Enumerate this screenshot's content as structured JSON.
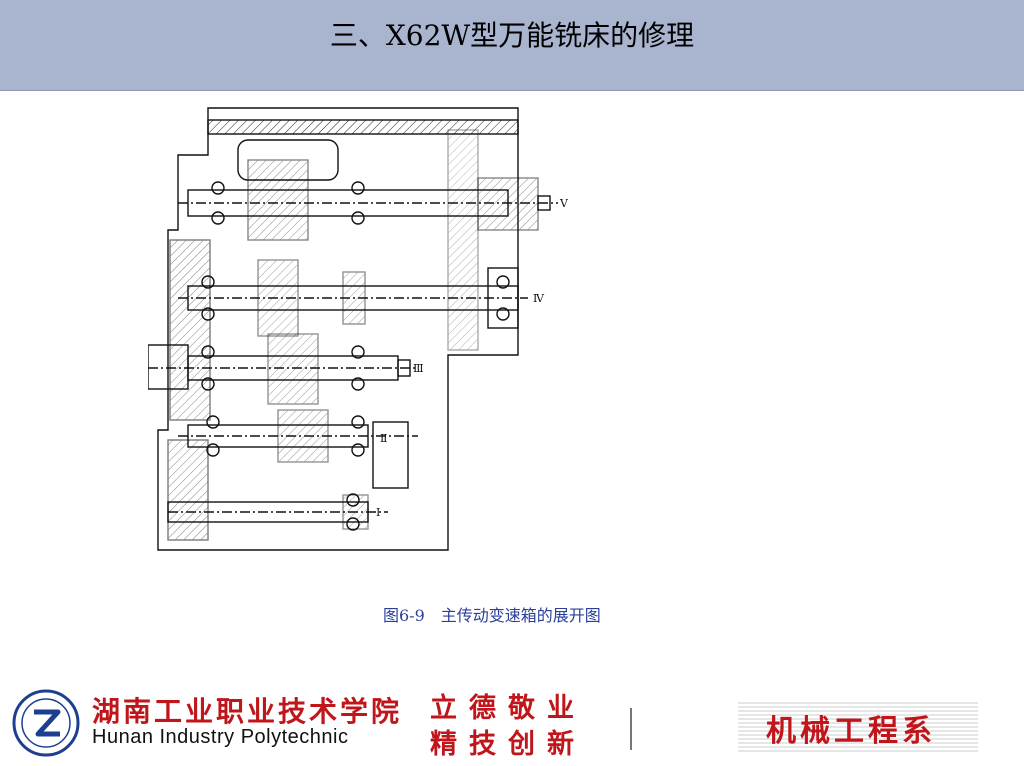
{
  "slide": {
    "title": "三、X62W型万能铣床的修理",
    "caption": "图6-9　主传动变速箱的展开图"
  },
  "drawing": {
    "shaft_labels": [
      "V",
      "Ⅳ",
      "Ⅲ",
      "Ⅱ",
      "Ⅰ"
    ]
  },
  "footer": {
    "school_cn": "湖南工业职业技术学院",
    "school_en": "Hunan Industry Polytechnic",
    "motto_line1": "立德敬业",
    "motto_line2": "精技创新",
    "department": "机械工程系"
  },
  "colors": {
    "title_bar": "#a9b5ce",
    "caption_text": "#2a3f9c",
    "brand_red": "#c0161b"
  }
}
